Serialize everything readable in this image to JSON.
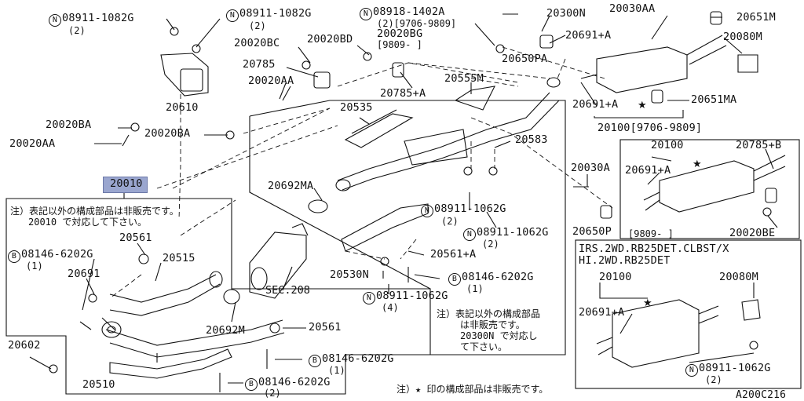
{
  "diagram_id": "A200C216",
  "labels": {
    "n_08911_1082g_a": "08911-1082G",
    "n_08911_1082g_a_qty": "(2)",
    "n_08911_1082g_b": "08911-1082G",
    "n_08911_1082g_b_qty": "(2)",
    "n_08918_1402a": "08918-1402A",
    "n_08918_1402a_qty": "(2)[9706-9809]",
    "p_20020bg": "20020BG",
    "p_20020bg_date": "[9809-    ]",
    "p_20300n_top": "20300N",
    "p_20030aa": "20030AA",
    "p_20651m": "20651M",
    "p_20080m_top": "20080M",
    "p_20691a_top": "20691+A",
    "p_20650pa": "20650PA",
    "p_20020bc": "20020BC",
    "p_20020bd": "20020BD",
    "p_20785": "20785",
    "p_20020aa_upper": "20020AA",
    "p_20785a": "20785+A",
    "p_20610": "20610",
    "p_20555m": "20555M",
    "p_20691a_mid": "20691+A",
    "p_20651ma": "20651MA",
    "p_20535": "20535",
    "p_20100_date": "20100[9706-9809]",
    "p_20020ba_1": "20020BA",
    "p_20020ba_2": "20020BA",
    "p_20020aa_lower": "20020AA",
    "p_20583": "20583",
    "p_20010": "20010",
    "p_20030a": "20030A",
    "p_20692ma": "20692MA",
    "p_20650p": "20650P",
    "n_08911_1062g_a": "08911-1062G",
    "n_08911_1062g_a_qty": "(2)",
    "n_08911_1062g_b": "08911-1062G",
    "n_08911_1062g_b_qty": "(2)",
    "p_20561a": "20561+A",
    "p_20530n": "20530N",
    "b_08146_6202g_mid": "08146-6202G",
    "b_08146_6202g_mid_qty": "(1)",
    "n_08911_1062g_c": "08911-1062G",
    "n_08911_1062g_c_qty": "(4)",
    "p_20561_left": "20561",
    "b_08146_6202g_left": "08146-6202G",
    "b_08146_6202g_left_qty": "(1)",
    "p_20515": "20515",
    "p_20691_left": "20691",
    "sec_208": "SEC.208",
    "p_20692m": "20692M",
    "p_20561_bottom": "20561",
    "p_20602": "20602",
    "b_08146_6202g_low1": "08146-6202G",
    "b_08146_6202g_low1_qty": "(1)",
    "p_20510": "20510",
    "b_08146_6202g_low2": "08146-6202G",
    "b_08146_6202g_low2_qty": "(2)",
    "inset1_20100": "20100",
    "inset1_20785b": "20785+B",
    "inset1_20691a": "20691+A",
    "inset1_date": "[9809-    ]",
    "inset1_20020be": "20020BE",
    "inset2_title_1": "IRS.2WD.RB25DET.CLBST/X",
    "inset2_title_2": "HI.2WD.RB25DET",
    "inset2_20100": "20100",
    "inset2_20080m": "20080M",
    "inset2_20691a": "20691+A",
    "inset2_08911": "08911-1062G",
    "inset2_08911_qty": "(2)"
  },
  "notes": {
    "left_line1": "注）表記以外の構成部品は非販売です。",
    "left_line2": "20010 で対応して下さい。",
    "mid_line1": "注）表記以外の構成部品",
    "mid_line2": "は非販売です。",
    "mid_line3": "20300N で対応し",
    "mid_line4": "て下さい。",
    "bottom": "注）★ 印の構成部品は非販売です。"
  },
  "symbols": {
    "n": "N",
    "b": "B",
    "star": "★"
  }
}
